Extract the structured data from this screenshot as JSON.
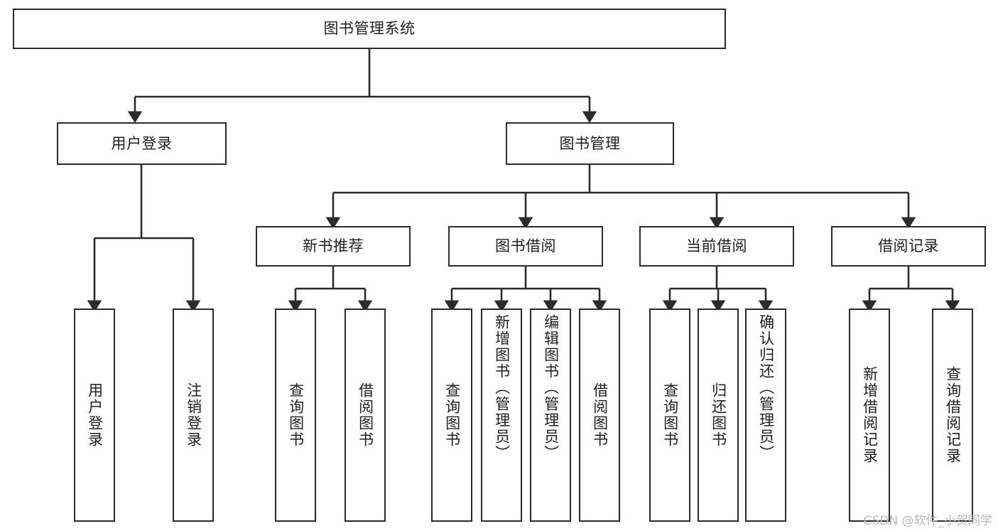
{
  "diagram": {
    "title": "图书管理系统",
    "type": "tree",
    "watermark": "CSDN @软件_小贺同学",
    "colors": {
      "stroke": "#2b2b2b",
      "fill": "#ffffff",
      "text": "#1f1f1f",
      "watermark": "#b9b9b9"
    },
    "root": {
      "label": "图书管理系统"
    },
    "level1": [
      {
        "label": "用户登录"
      },
      {
        "label": "图书管理"
      }
    ],
    "level2": [
      {
        "label": "新书推荐"
      },
      {
        "label": "图书借阅"
      },
      {
        "label": "当前借阅"
      },
      {
        "label": "借阅记录"
      }
    ],
    "leaves": {
      "user_login": [
        {
          "label": "用户登录"
        },
        {
          "label": "注销登录"
        }
      ],
      "new_book_recommend": [
        {
          "label": "查询图书"
        },
        {
          "label": "借阅图书"
        }
      ],
      "book_borrow": [
        {
          "label": "查询图书"
        },
        {
          "label": "新增图书（管理员）"
        },
        {
          "label": "编辑图书（管理员）"
        },
        {
          "label": "借阅图书"
        }
      ],
      "current_borrow": [
        {
          "label": "查询图书"
        },
        {
          "label": "归还图书"
        },
        {
          "label": "确认归还（管理员）"
        }
      ],
      "borrow_record": [
        {
          "label": "新增借阅记录"
        },
        {
          "label": "查询借阅记录"
        }
      ]
    }
  }
}
